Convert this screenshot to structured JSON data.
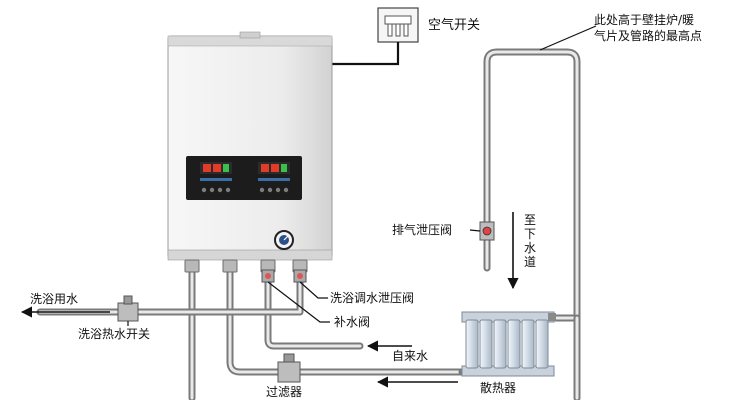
{
  "labels": {
    "air_switch": "空气开关",
    "highest_point_line1": "此处高于壁挂炉/暖",
    "highest_point_line2": "气片及管路的最高点",
    "exhaust_valve": "排气泄压阀",
    "downward_char1": "至",
    "downward_char2": "下",
    "downward_char3": "水",
    "downward_char4": "道",
    "bath_water": "洗浴用水",
    "bath_hot_switch": "洗浴热水开关",
    "bath_relief_valve": "洗浴调水泄压阀",
    "refill_valve": "补水阀",
    "tap_water": "自来水",
    "filter": "过滤器",
    "radiator": "散热器"
  },
  "colors": {
    "pipe": "#8a8a8a",
    "pipe_dark": "#555555",
    "boiler_body": "#ececec",
    "display_panel": "#1c1c1c",
    "display_red": "#e23b2a",
    "display_green": "#39c24a",
    "radiator_fin": "#dfe6ee"
  }
}
